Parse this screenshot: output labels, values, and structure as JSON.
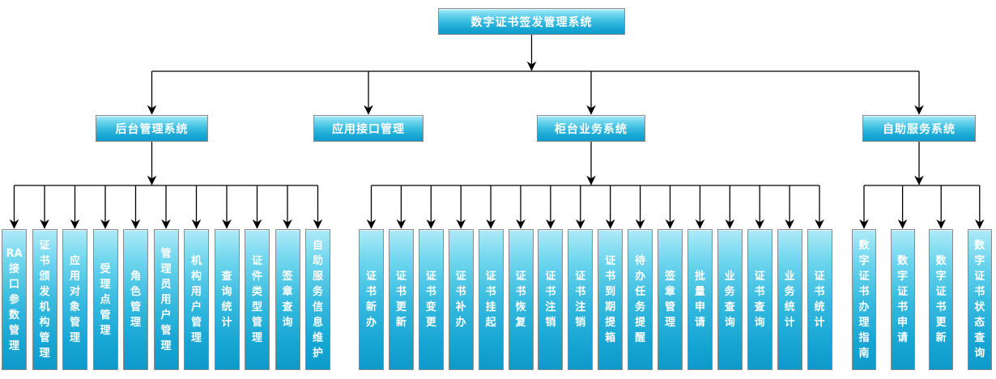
{
  "diagram": {
    "root": {
      "label": "数字证书签发管理系统"
    },
    "groups": [
      {
        "id": "backend-management",
        "label": "后台管理系统",
        "children": [
          "RA接口参数管理",
          "证书颁发机构管理",
          "应用对象管理",
          "受理点管理",
          "角色管理",
          "管理员用户管理",
          "机构用户管理",
          "查询统计",
          "证件类型管理",
          "签章查询",
          "自助服务信息维护"
        ]
      },
      {
        "id": "application-interface",
        "label": "应用接口管理",
        "children": []
      },
      {
        "id": "counter-business",
        "label": "柜台业务系统",
        "children": [
          "证书新办",
          "证书更新",
          "证书变更",
          "证书补办",
          "证书挂起",
          "证书恢复",
          "证书注销",
          "证书注销",
          "证书到期提箱",
          "待办任务提醒",
          "签章管理",
          "批量申请",
          "业务查询",
          "证书查询",
          "业务统计",
          "证书统计"
        ]
      },
      {
        "id": "self-service",
        "label": "自助服务系统",
        "children": [
          "数字证书办理指南",
          "数字证书申请",
          "数字证书更新",
          "数字证书状态查询"
        ]
      }
    ],
    "colors": {
      "box_gradient_top": "#aeeaf8",
      "box_gradient_bottom": "#0d9acb",
      "box_border": "#8a8a8a",
      "text": "#ffffff",
      "line": "#000000",
      "background": "#ffffff"
    }
  }
}
